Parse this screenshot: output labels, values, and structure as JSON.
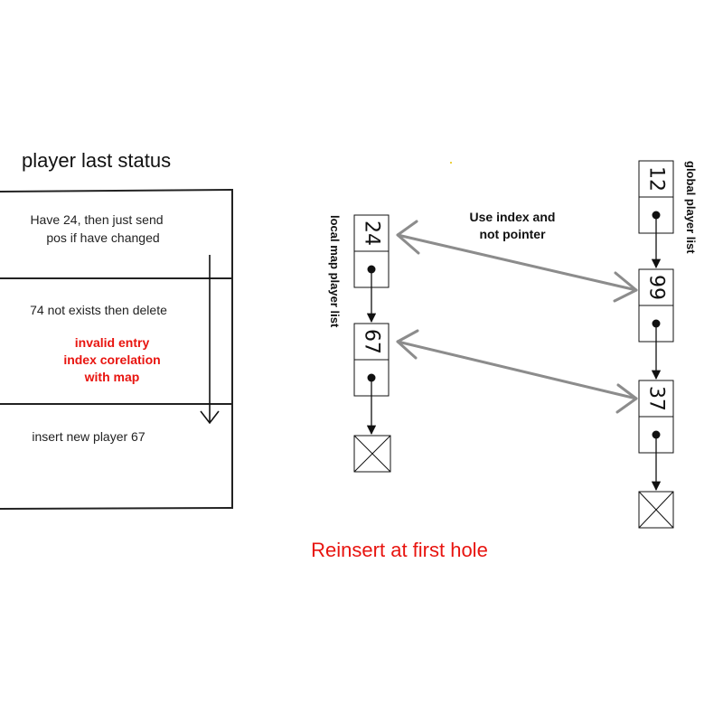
{
  "status_panel": {
    "title": "player last status",
    "row1_line1": "Have 24, then just send",
    "row1_line2": "pos if have changed",
    "row2_text": "74 not exists then delete",
    "row2_warn_line1": "invalid entry",
    "row2_warn_line2": "index corelation",
    "row2_warn_line3": "with map",
    "row3_text": "insert new player 67"
  },
  "local_list": {
    "label": "local map player list",
    "nodes": [
      "24",
      "67"
    ]
  },
  "global_list": {
    "label": "global player list",
    "nodes": [
      "12",
      "99",
      "37"
    ]
  },
  "note": {
    "line1": "Use index and",
    "line2": "not pointer"
  },
  "footer": "Reinsert at first hole",
  "colors": {
    "warning": "#e8140f",
    "link_arrow": "#8c8c8c",
    "line": "#111111"
  }
}
